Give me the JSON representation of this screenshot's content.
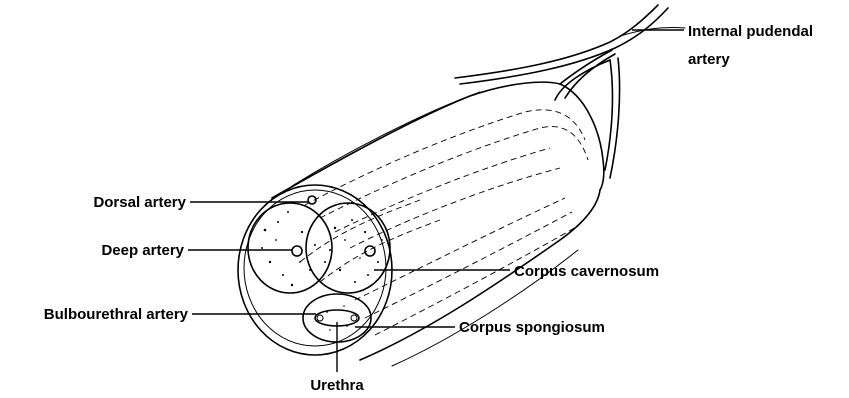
{
  "diagram": {
    "labels": {
      "internal_pudendal_artery_line1": "Internal pudendal",
      "internal_pudendal_artery_line2": "artery",
      "dorsal_artery": "Dorsal artery",
      "deep_artery": "Deep artery",
      "corpus_cavernosum": "Corpus cavernosum",
      "bulbourethral_artery": "Bulbourethral artery",
      "corpus_spongiosum": "Corpus spongiosum",
      "urethra": "Urethra"
    }
  }
}
